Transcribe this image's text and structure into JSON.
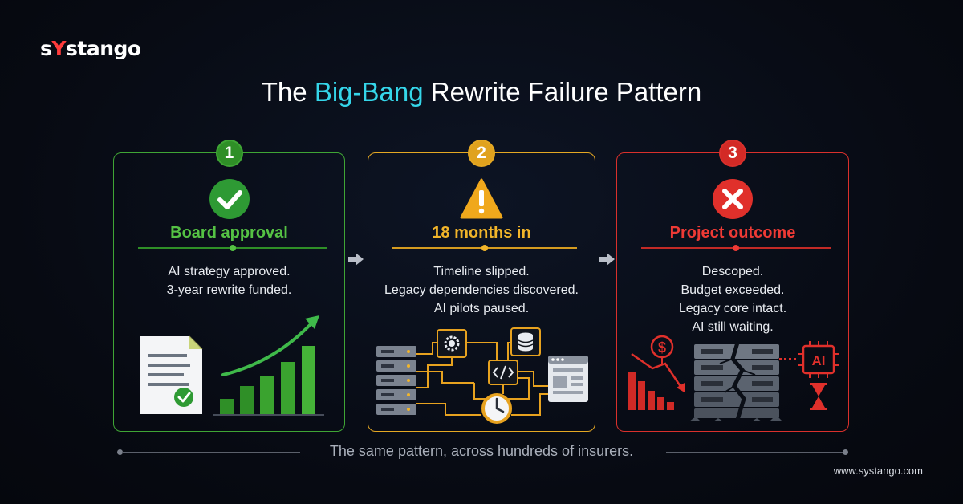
{
  "brand": {
    "logo_pre": "s",
    "logo_y": "Y",
    "logo_post": "stango"
  },
  "title": {
    "pre": "The ",
    "highlight": "Big-Bang",
    "post": " Rewrite Failure Pattern"
  },
  "steps": [
    {
      "number": "1",
      "title": "Board approval",
      "lines": [
        "AI strategy approved.",
        "3-year rewrite funded."
      ],
      "color": "#3fa535",
      "icon": "check-circle-icon"
    },
    {
      "number": "2",
      "title": "18 months in",
      "lines": [
        "Timeline slipped.",
        "Legacy dependencies discovered.",
        "AI pilots paused."
      ],
      "color": "#e5a823",
      "icon": "warning-triangle-icon"
    },
    {
      "number": "3",
      "title": "Project outcome",
      "lines": [
        "Descoped.",
        "Budget exceeded.",
        "Legacy core intact.",
        "AI still waiting."
      ],
      "color": "#d9302c",
      "icon": "x-circle-icon"
    }
  ],
  "illustrations": {
    "step3_chip_label": "AI",
    "step3_currency": "$"
  },
  "tagline": "The same pattern, across hundreds of insurers.",
  "website": "www.systango.com",
  "colors": {
    "accent": "#35d6ea",
    "green": "#3fa535",
    "amber": "#e5a823",
    "red": "#d9302c"
  }
}
